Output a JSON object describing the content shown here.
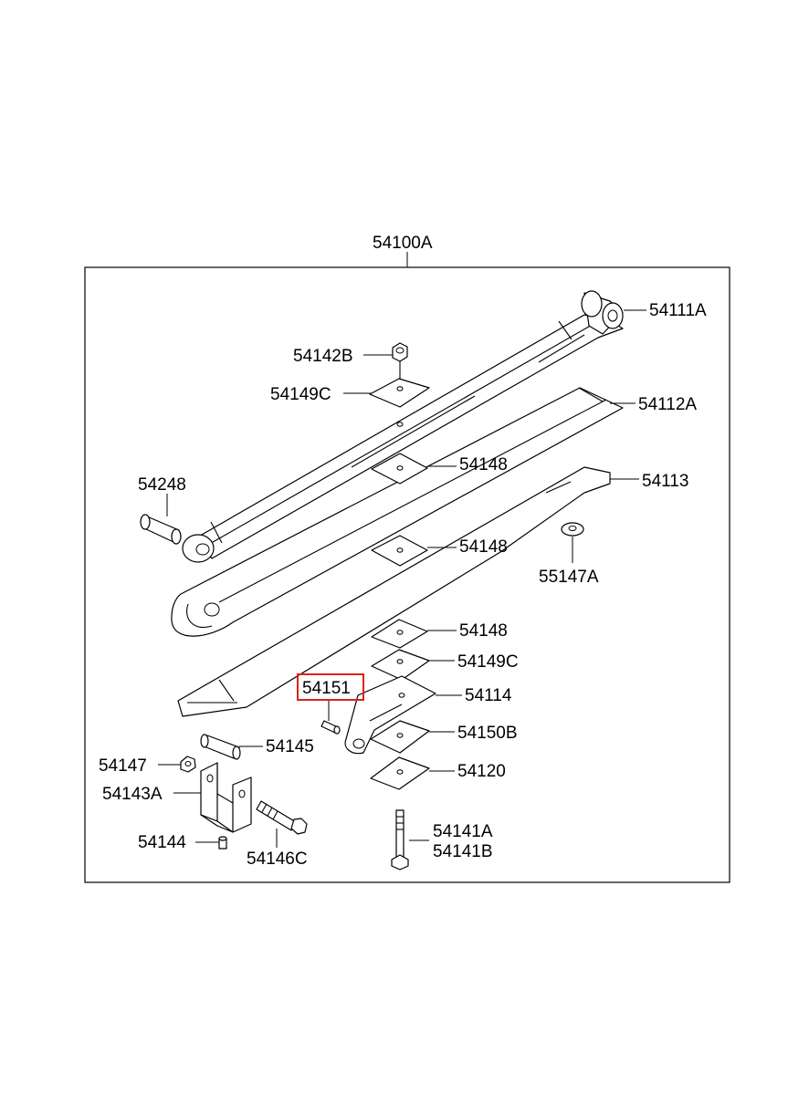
{
  "assembly_label": "54100A",
  "highlight_color": "#e0201c",
  "callouts": {
    "c54111A": "54111A",
    "c54142B": "54142B",
    "c54149C_top": "54149C",
    "c54112A": "54112A",
    "c54148_a": "54148",
    "c54113": "54113",
    "c54248": "54248",
    "c54148_b": "54148",
    "c55147A": "55147A",
    "c54148_c": "54148",
    "c54149C_low": "54149C",
    "c54151": "54151",
    "c54114": "54114",
    "c54150B": "54150B",
    "c54145": "54145",
    "c54147": "54147",
    "c54120": "54120",
    "c54143A": "54143A",
    "c54141A": "54141A",
    "c54141B": "54141B",
    "c54144": "54144",
    "c54146C": "54146C"
  }
}
